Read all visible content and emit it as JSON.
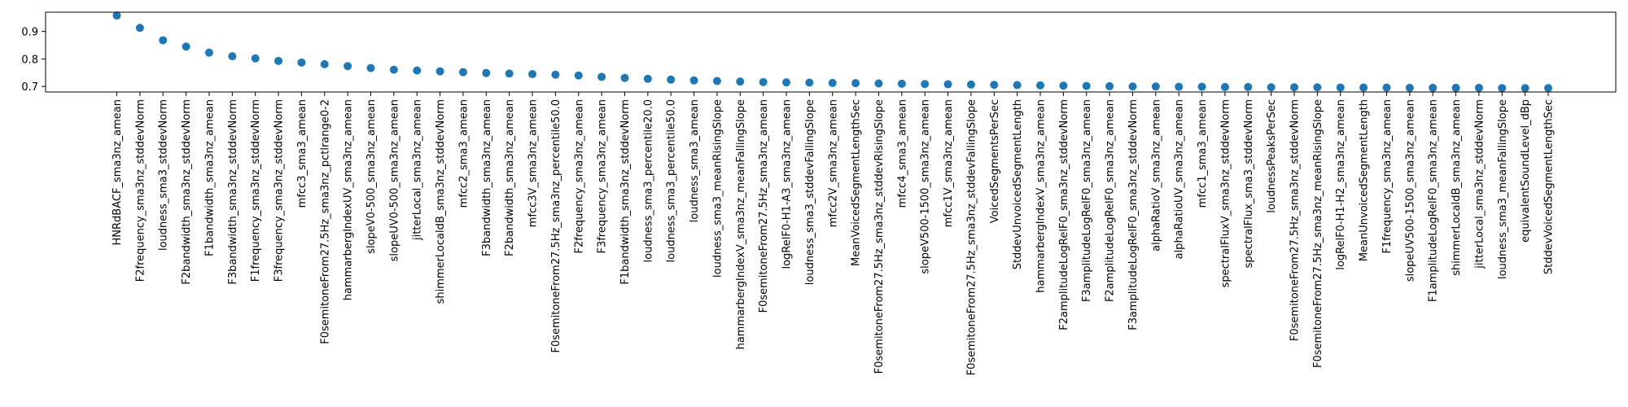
{
  "chart_data": {
    "type": "scatter",
    "marker_color": "#1f77b4",
    "ylim": [
      0.68,
      0.97
    ],
    "yticks": [
      "0.7",
      "0.8",
      "0.9"
    ],
    "grid": false,
    "categories": [
      "HNRdBACF_sma3nz_amean",
      "F2frequency_sma3nz_stddevNorm",
      "loudness_sma3_stddevNorm",
      "F2bandwidth_sma3nz_stddevNorm",
      "F1bandwidth_sma3nz_amean",
      "F3bandwidth_sma3nz_stddevNorm",
      "F1frequency_sma3nz_stddevNorm",
      "F3frequency_sma3nz_stddevNorm",
      "mfcc3_sma3_amean",
      "F0semitoneFrom27.5Hz_sma3nz_pctlrange0-2",
      "hammarbergIndexUV_sma3nz_amean",
      "slopeV0-500_sma3nz_amean",
      "slopeUV0-500_sma3nz_amean",
      "jitterLocal_sma3nz_amean",
      "shimmerLocaldB_sma3nz_stddevNorm",
      "mfcc2_sma3_amean",
      "F3bandwidth_sma3nz_amean",
      "F2bandwidth_sma3nz_amean",
      "mfcc3V_sma3nz_amean",
      "F0semitoneFrom27.5Hz_sma3nz_percentile50.0",
      "F2frequency_sma3nz_amean",
      "F3frequency_sma3nz_amean",
      "F1bandwidth_sma3nz_stddevNorm",
      "loudness_sma3_percentile20.0",
      "loudness_sma3_percentile50.0",
      "loudness_sma3_amean",
      "loudness_sma3_meanRisingSlope",
      "hammarbergIndexV_sma3nz_meanFallingSlope",
      "F0semitoneFrom27.5Hz_sma3nz_amean",
      "logRelF0-H1-A3_sma3nz_amean",
      "loudness_sma3_stddevFallingSlope",
      "mfcc2V_sma3nz_amean",
      "MeanVoicedSegmentLengthSec",
      "F0semitoneFrom27.5Hz_sma3nz_stddevRisingSlope",
      "mfcc4_sma3_amean",
      "slopeV500-1500_sma3nz_amean",
      "mfcc1V_sma3nz_amean",
      "F0semitoneFrom27.5Hz_sma3nz_stddevFallingSlope",
      "VoicedSegmentsPerSec",
      "StddevUnvoicedSegmentLength",
      "hammarbergIndexV_sma3nz_amean",
      "F2amplitudeLogRelF0_sma3nz_stddevNorm",
      "F3amplitudeLogRelF0_sma3nz_amean",
      "F2amplitudeLogRelF0_sma3nz_amean",
      "F3amplitudeLogRelF0_sma3nz_stddevNorm",
      "alphaRatioV_sma3nz_amean",
      "alphaRatioUV_sma3nz_amean",
      "mfcc1_sma3_amean",
      "spectralFluxV_sma3nz_stddevNorm",
      "spectralFlux_sma3_stddevNorm",
      "loudnessPeaksPerSec",
      "F0semitoneFrom27.5Hz_sma3nz_stddevNorm",
      "F0semitoneFrom27.5Hz_sma3nz_meanRisingSlope",
      "logRelF0-H1-H2_sma3nz_amean",
      "MeanUnvoicedSegmentLength",
      "F1frequency_sma3nz_amean",
      "slopeUV500-1500_sma3nz_amean",
      "F1amplitudeLogRelF0_sma3nz_amean",
      "shimmerLocaldB_sma3nz_amean",
      "jitterLocal_sma3nz_stddevNorm",
      "loudness_sma3_meanFallingSlope",
      "equivalentSoundLevel_dBp",
      "StddevVoicedSegmentLengthSec"
    ],
    "values": [
      0.958,
      0.913,
      0.868,
      0.845,
      0.823,
      0.81,
      0.802,
      0.793,
      0.787,
      0.781,
      0.774,
      0.767,
      0.761,
      0.758,
      0.755,
      0.752,
      0.749,
      0.747,
      0.745,
      0.743,
      0.74,
      0.735,
      0.731,
      0.728,
      0.725,
      0.722,
      0.72,
      0.718,
      0.716,
      0.715,
      0.714,
      0.713,
      0.712,
      0.711,
      0.71,
      0.709,
      0.708,
      0.707,
      0.706,
      0.705,
      0.704,
      0.703,
      0.702,
      0.701,
      0.7,
      0.7,
      0.699,
      0.699,
      0.698,
      0.698,
      0.697,
      0.697,
      0.697,
      0.696,
      0.696,
      0.696,
      0.695,
      0.695,
      0.695,
      0.695,
      0.694,
      0.694,
      0.694
    ]
  }
}
